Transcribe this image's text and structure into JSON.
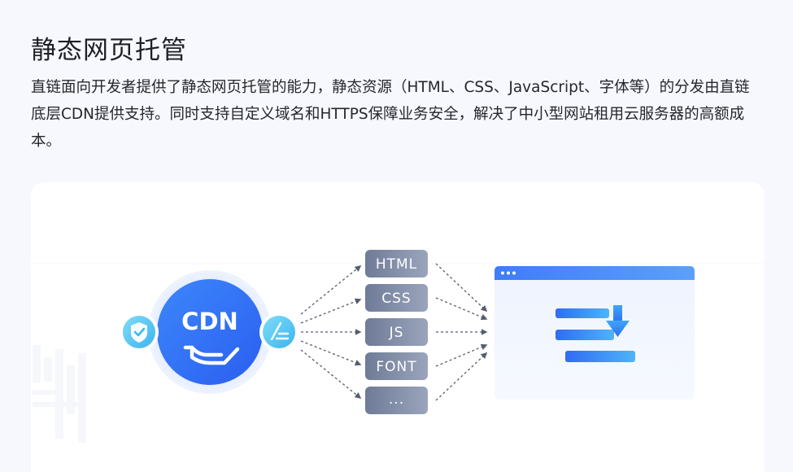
{
  "title": "静态网页托管",
  "description": "直链面向开发者提供了静态网页托管的能力，静态资源（HTML、CSS、JavaScript、字体等）的分发由直链底层CDN提供支持。同时支持自定义域名和HTTPS保障业务安全，解决了中小型网站租用云服务器的高额成本。",
  "diagram": {
    "cdn_label": "CDN",
    "resources": [
      "HTML",
      "CSS",
      "JS",
      "FONT",
      "..."
    ],
    "colors": {
      "cdn_blue": "#2f6df5",
      "pill_gray": "#7f8aa3",
      "window_blue": "#3e7bf7",
      "badge_cyan": "#52c8f2"
    },
    "icons": {
      "left_badge": "shield-check-icon",
      "right_badge": "edit-document-icon",
      "cdn_hand": "hand-icon",
      "window_content": "download-list-icon"
    }
  }
}
